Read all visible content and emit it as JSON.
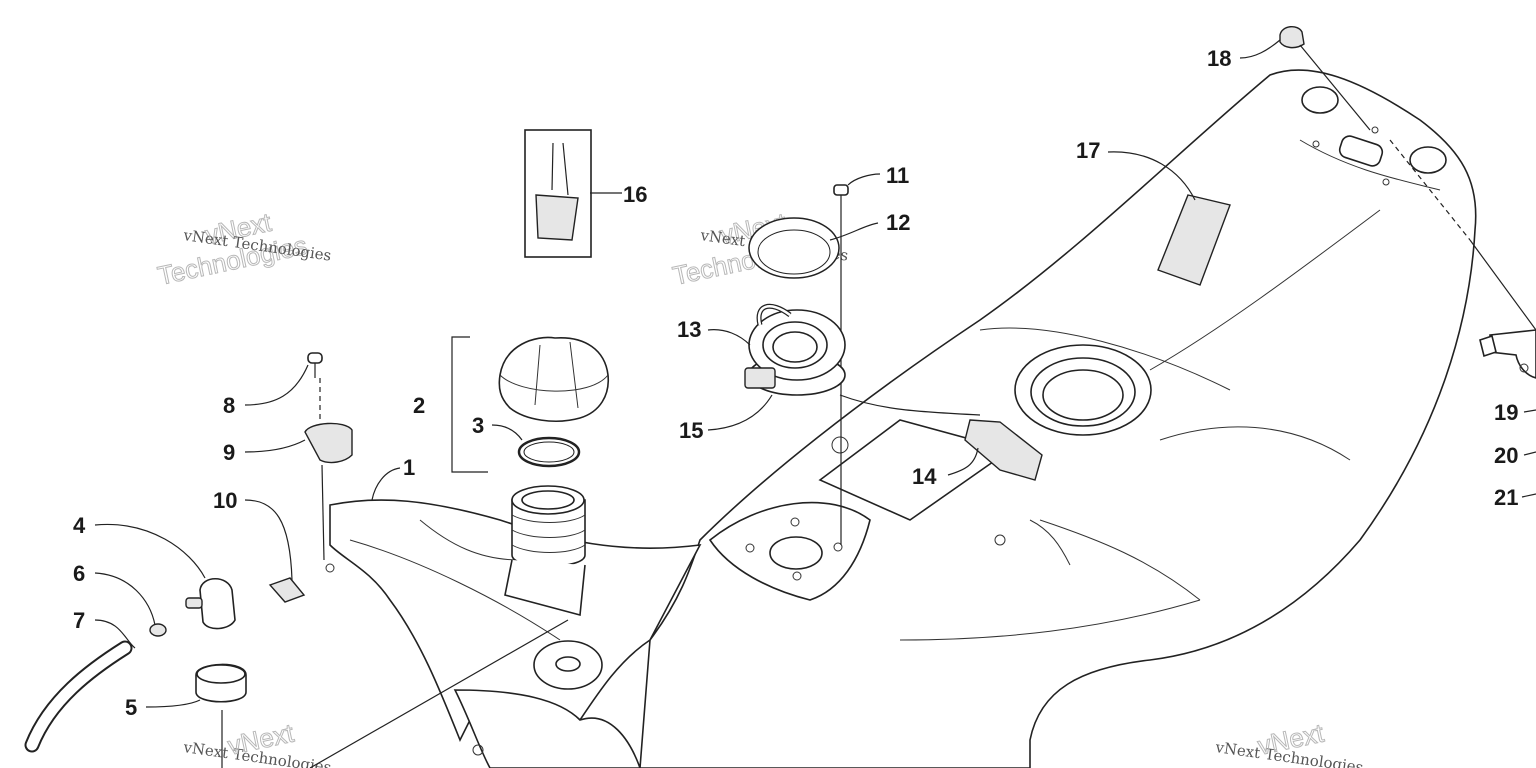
{
  "watermark": {
    "line1": "vNext Technologies",
    "brand": "vNext",
    "word": "Technologies"
  },
  "callouts": [
    {
      "id": "1",
      "label": "1"
    },
    {
      "id": "2",
      "label": "2"
    },
    {
      "id": "3",
      "label": "3"
    },
    {
      "id": "4",
      "label": "4"
    },
    {
      "id": "5",
      "label": "5"
    },
    {
      "id": "6",
      "label": "6"
    },
    {
      "id": "7",
      "label": "7"
    },
    {
      "id": "8",
      "label": "8"
    },
    {
      "id": "9",
      "label": "9"
    },
    {
      "id": "10",
      "label": "10"
    },
    {
      "id": "11",
      "label": "11"
    },
    {
      "id": "12",
      "label": "12"
    },
    {
      "id": "13",
      "label": "13"
    },
    {
      "id": "14",
      "label": "14"
    },
    {
      "id": "15",
      "label": "15"
    },
    {
      "id": "16",
      "label": "16"
    },
    {
      "id": "17",
      "label": "17"
    },
    {
      "id": "18",
      "label": "18"
    },
    {
      "id": "19",
      "label": "19"
    },
    {
      "id": "20",
      "label": "20"
    },
    {
      "id": "21",
      "label": "21"
    }
  ]
}
